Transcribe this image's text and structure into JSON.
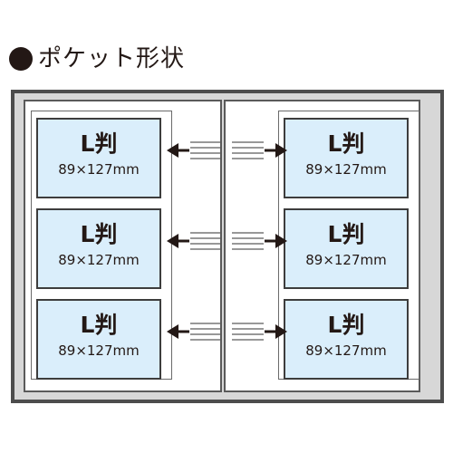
{
  "heading": {
    "text": "ポケット形状"
  },
  "pockets": {
    "left": [
      {
        "label": "L判",
        "size": "89×127mm"
      },
      {
        "label": "L判",
        "size": "89×127mm"
      },
      {
        "label": "L判",
        "size": "89×127mm"
      }
    ],
    "right": [
      {
        "label": "L判",
        "size": "89×127mm"
      },
      {
        "label": "L判",
        "size": "89×127mm"
      },
      {
        "label": "L判",
        "size": "89×127mm"
      }
    ]
  },
  "colors": {
    "pocket_fill": "#daeefb",
    "album_frame": "#4d4d4d",
    "album_bg": "#d7d7d7",
    "arrow": "#231815"
  }
}
